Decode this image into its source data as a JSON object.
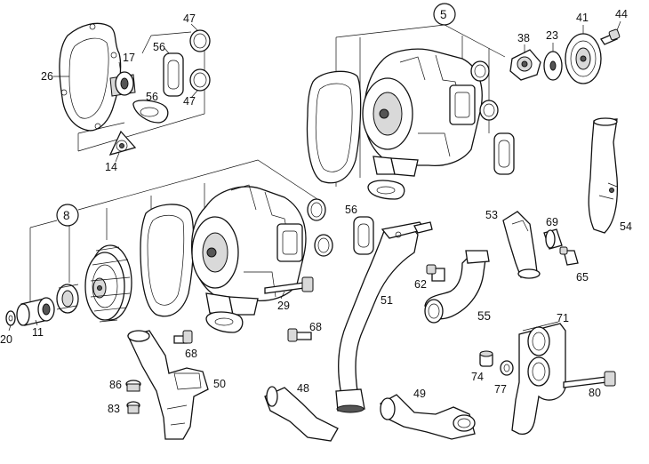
{
  "diagram": {
    "callouts": {
      "c5": "5",
      "c8": "8",
      "n11": "11",
      "n14": "14",
      "n17": "17",
      "n20": "20",
      "n23": "23",
      "n26": "26",
      "n29": "29",
      "n38": "38",
      "n41": "41",
      "n44": "44",
      "n47a": "47",
      "n47b": "47",
      "n48": "48",
      "n49": "49",
      "n50": "50",
      "n51": "51",
      "n53": "53",
      "n54": "54",
      "n55": "55",
      "n56a": "56",
      "n56b": "56",
      "n56c": "56",
      "n62": "62",
      "n65": "65",
      "n68a": "68",
      "n68b": "68",
      "n69": "69",
      "n71": "71",
      "n74": "74",
      "n77": "77",
      "n80": "80",
      "n83": "83",
      "n86": "86"
    }
  }
}
